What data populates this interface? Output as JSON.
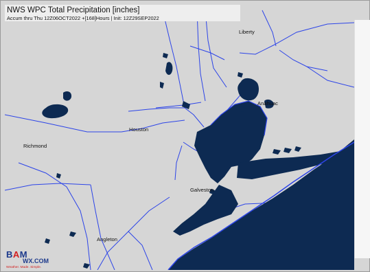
{
  "header": {
    "title": "NWS WPC Total Precipitation [inches]",
    "subtitle": "Accum thru Thu 12Z06OCT2022 +[168]Hours | Init: 12Z29SEP2022"
  },
  "map": {
    "places": [
      {
        "name": "Liberty"
      },
      {
        "name": "Anahuac"
      },
      {
        "name": "Houston"
      },
      {
        "name": "Richmond"
      },
      {
        "name": "Galveston"
      },
      {
        "name": "Angleton"
      }
    ],
    "colors": {
      "land": "#d6d6d6",
      "water": "#0d2a52",
      "rivers": "#2c44e8",
      "boundaries": "#2c44e8"
    }
  },
  "logo": {
    "letters": {
      "b": "B",
      "a": "A",
      "m": "M"
    },
    "line2": "WX.COM",
    "tagline": "Weather. Made. Simple."
  }
}
